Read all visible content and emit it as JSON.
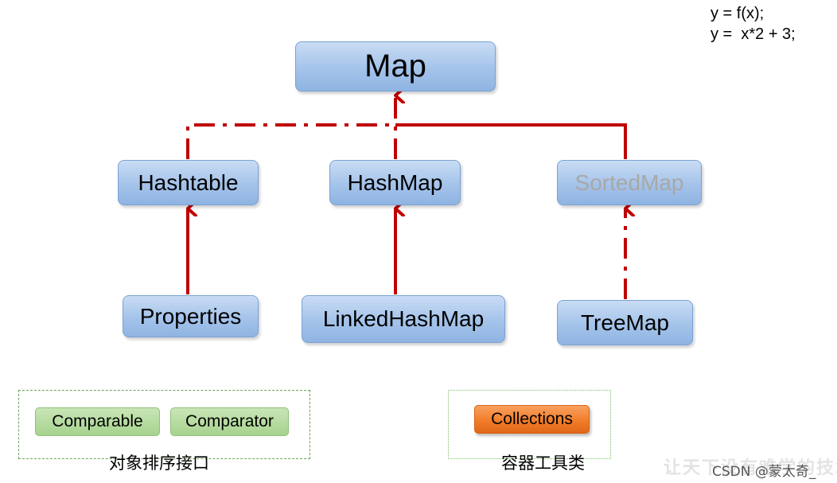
{
  "formula": {
    "line1": "y = f(x);",
    "line2": "y =  x*2 + 3;"
  },
  "nodes": {
    "map": "Map",
    "hashtable": "Hashtable",
    "hashmap": "HashMap",
    "sortedmap": "SortedMap",
    "properties": "Properties",
    "linkedhashmap": "LinkedHashMap",
    "treemap": "TreeMap"
  },
  "sorting_group": {
    "items": [
      "Comparable",
      "Comparator"
    ],
    "caption": "对象排序接口"
  },
  "utility_group": {
    "items": [
      "Collections"
    ],
    "caption": "容器工具类"
  },
  "watermark": "让天下没有难学的技术",
  "credit": "CSDN @蒙太奇_",
  "colors": {
    "connector": "#c00000",
    "node_fill": "#a4c3ea",
    "group_border": "#6fa35c",
    "utility_fill": "#f07a27"
  }
}
